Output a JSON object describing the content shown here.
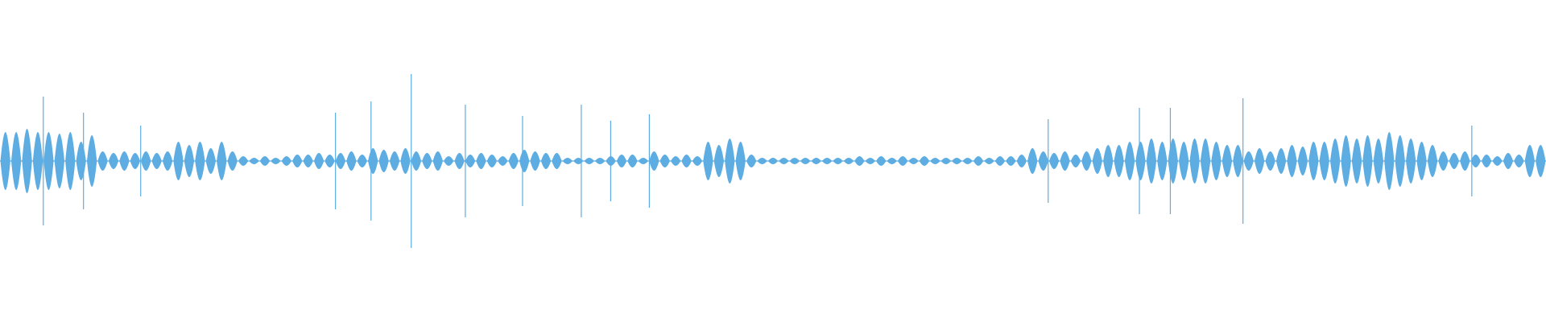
{
  "waveform": {
    "color": "#5dade2",
    "background": "#ffffff",
    "amplitude_levels": [
      0.18,
      0.18,
      0.2,
      0.18,
      0.18,
      0.17,
      0.18,
      0.12,
      0.16,
      0.06,
      0.05,
      0.06,
      0.05,
      0.06,
      0.05,
      0.06,
      0.12,
      0.1,
      0.12,
      0.08,
      0.12,
      0.06,
      0.03,
      0.02,
      0.03,
      0.02,
      0.03,
      0.04,
      0.04,
      0.05,
      0.04,
      0.05,
      0.06,
      0.04,
      0.08,
      0.07,
      0.06,
      0.08,
      0.06,
      0.05,
      0.06,
      0.03,
      0.05,
      0.04,
      0.05,
      0.04,
      0.03,
      0.05,
      0.07,
      0.06,
      0.05,
      0.05,
      0.02,
      0.02,
      0.02,
      0.02,
      0.03,
      0.04,
      0.04,
      0.02,
      0.06,
      0.04,
      0.03,
      0.04,
      0.03,
      0.12,
      0.1,
      0.14,
      0.12,
      0.04,
      0.02,
      0.02,
      0.02,
      0.02,
      0.02,
      0.02,
      0.02,
      0.02,
      0.02,
      0.03,
      0.02,
      0.03,
      0.02,
      0.03,
      0.02,
      0.03,
      0.02,
      0.02,
      0.02,
      0.02,
      0.03,
      0.02,
      0.03,
      0.03,
      0.04,
      0.08,
      0.06,
      0.05,
      0.06,
      0.04,
      0.06,
      0.08,
      0.1,
      0.1,
      0.12,
      0.12,
      0.14,
      0.12,
      0.14,
      0.12,
      0.14,
      0.14,
      0.12,
      0.1,
      0.1,
      0.06,
      0.08,
      0.06,
      0.08,
      0.1,
      0.09,
      0.12,
      0.12,
      0.14,
      0.16,
      0.14,
      0.16,
      0.14,
      0.18,
      0.16,
      0.14,
      0.12,
      0.1,
      0.06,
      0.05,
      0.06,
      0.04,
      0.04,
      0.03,
      0.05,
      0.04,
      0.1,
      0.1
    ],
    "spikes": [
      {
        "position": 0.028,
        "height": 0.4
      },
      {
        "position": 0.054,
        "height": 0.3
      },
      {
        "position": 0.091,
        "height": 0.22
      },
      {
        "position": 0.217,
        "height": 0.3
      },
      {
        "position": 0.24,
        "height": 0.37
      },
      {
        "position": 0.266,
        "height": 0.54
      },
      {
        "position": 0.301,
        "height": 0.35
      },
      {
        "position": 0.338,
        "height": 0.28
      },
      {
        "position": 0.376,
        "height": 0.35
      },
      {
        "position": 0.395,
        "height": 0.25
      },
      {
        "position": 0.42,
        "height": 0.29
      },
      {
        "position": 0.678,
        "height": 0.26
      },
      {
        "position": 0.737,
        "height": 0.33
      },
      {
        "position": 0.757,
        "height": 0.33
      },
      {
        "position": 0.804,
        "height": 0.39
      },
      {
        "position": 0.952,
        "height": 0.22
      }
    ]
  }
}
